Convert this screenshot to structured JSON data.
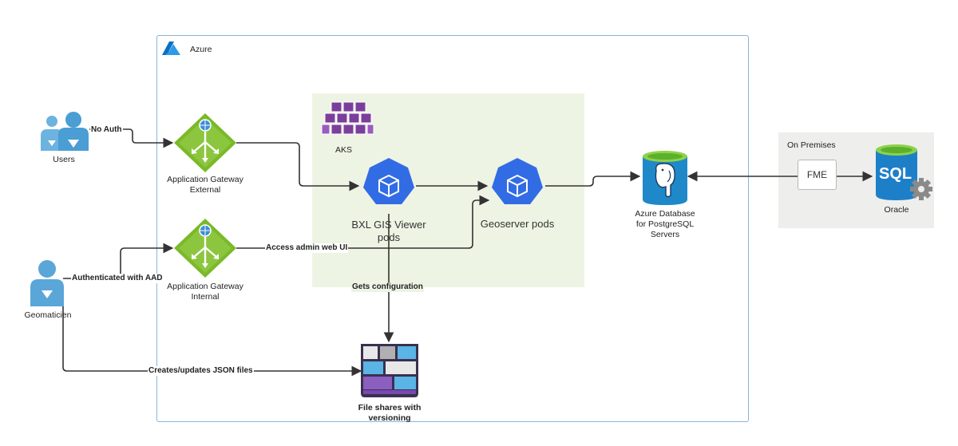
{
  "containers": {
    "azure": {
      "label": "Azure"
    },
    "aks": {
      "label": "AKS"
    },
    "on_premises": {
      "label": "On Premises"
    }
  },
  "nodes": {
    "users": {
      "label": "Users",
      "icon": "users-icon"
    },
    "geomaticien": {
      "label": "Geomaticien",
      "icon": "user-icon"
    },
    "app_gateway_external": {
      "label_line1": "Application Gateway",
      "label_line2": "External",
      "icon": "application-gateway-icon"
    },
    "app_gateway_internal": {
      "label_line1": "Application Gateway",
      "label_line2": "Internal",
      "icon": "application-gateway-icon"
    },
    "bxl_viewer": {
      "label_line1": "BXL GIS Viewer",
      "label_line2": "pods",
      "icon": "kubernetes-pod-icon"
    },
    "geoserver": {
      "label": "Geoserver pods",
      "icon": "kubernetes-pod-icon"
    },
    "azure_db": {
      "label_line1": "Azure Database",
      "label_line2": "for PostgreSQL",
      "label_line3": "Servers",
      "icon": "postgresql-database-icon"
    },
    "fme": {
      "label": "FME"
    },
    "oracle": {
      "label": "Oracle",
      "icon": "sql-server-icon",
      "icon_text": "SQL"
    },
    "file_shares": {
      "label_line1": "File shares with",
      "label_line2": "versioning",
      "icon": "file-share-icon"
    }
  },
  "edges": {
    "no_auth": "No Auth",
    "authenticated_aad": "Authenticated with AAD",
    "access_admin": "Access admin web UI",
    "gets_configuration": "Gets configuration",
    "creates_updates": "Creates/updates JSON files"
  },
  "colors": {
    "azure_border": "#8ab4d8",
    "aks_background": "#eef4e4",
    "on_premises_background": "#eeeeec",
    "gateway_green": "#7ab929",
    "pod_blue": "#326ce5",
    "user_blue": "#5aa6d8",
    "aks_purple": "#7b3f9b",
    "connector": "#333333"
  }
}
